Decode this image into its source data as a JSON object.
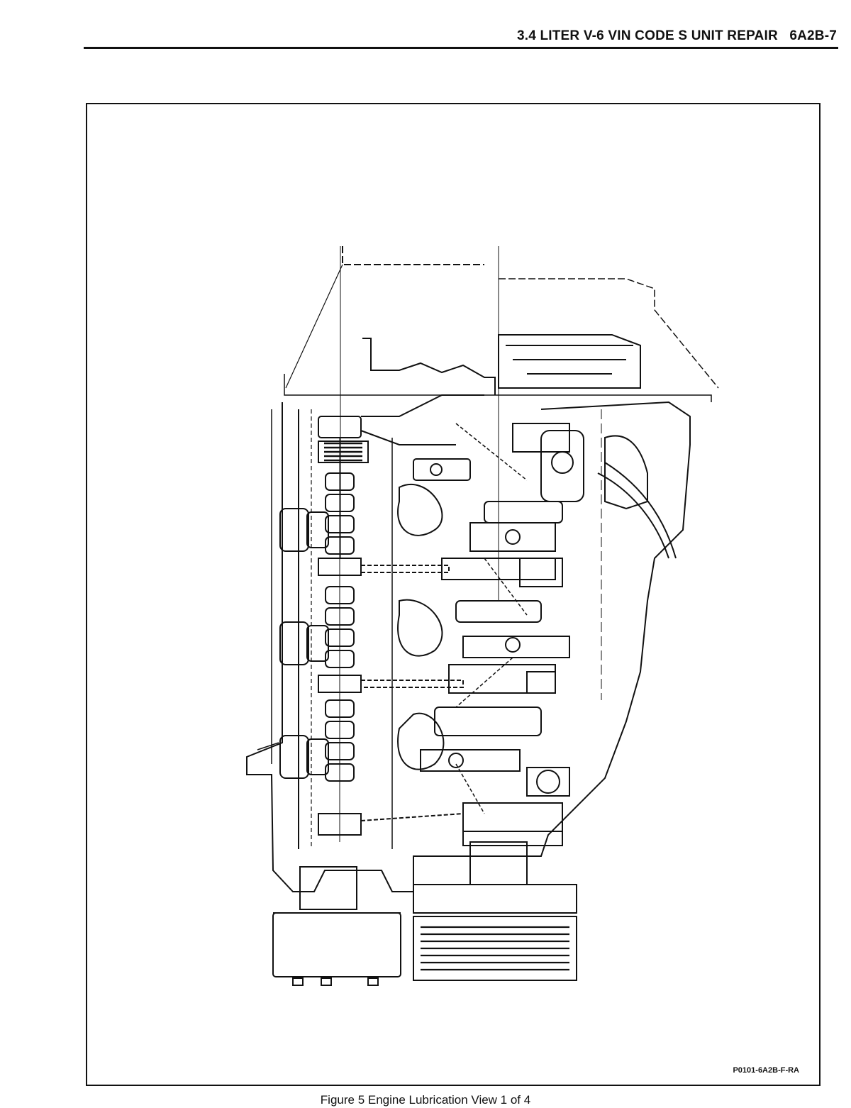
{
  "header": {
    "title": "3.4 LITER V-6 VIN CODE S UNIT REPAIR",
    "page_number": "6A2B-7"
  },
  "figure": {
    "code": "P0101-6A2B-F-RA",
    "caption": "Figure 5 Engine Lubrication View 1 of 4"
  }
}
